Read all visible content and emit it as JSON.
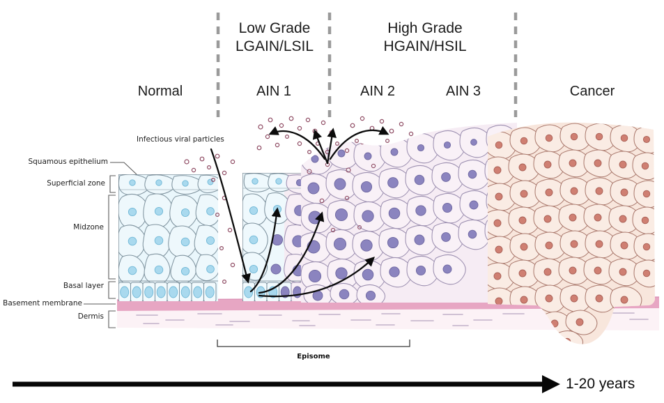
{
  "diagram": {
    "title_row": [
      {
        "id": "low-grade",
        "line1": "Low Grade",
        "line2": "LGAIN/LSIL"
      },
      {
        "id": "high-grade",
        "line1": "High Grade",
        "line2": "HGAIN/HSIL"
      }
    ],
    "stages": [
      {
        "id": "normal",
        "label": "Normal"
      },
      {
        "id": "ain-1",
        "label": "AIN 1"
      },
      {
        "id": "ain-2",
        "label": "AIN 2"
      },
      {
        "id": "ain-3",
        "label": "AIN 3"
      },
      {
        "id": "cancer",
        "label": "Cancer"
      }
    ],
    "tissue_labels": [
      {
        "id": "squamous-epithelium",
        "label": "Squamous epithelium"
      },
      {
        "id": "superficial-zone",
        "label": "Superficial zone"
      },
      {
        "id": "midzone",
        "label": "Midzone"
      },
      {
        "id": "basal-layer",
        "label": "Basal layer"
      },
      {
        "id": "basement-membrane",
        "label": "Basement membrane"
      },
      {
        "id": "dermis",
        "label": "Dermis"
      }
    ],
    "annotations": {
      "viral_particles": "Infectious viral particles",
      "episome": "Episome",
      "timeline": "1-20 years"
    },
    "colors": {
      "normal_cell_fill": "#eaf6fb",
      "normal_nucleus": "#a8d8ec",
      "dysplastic_cell_fill": "#f5ecf3",
      "dysplastic_nucleus": "#8b84bf",
      "cancer_cell_fill": "#f7e2d8",
      "cancer_nucleus": "#cf7f72",
      "basement_membrane": "#e2a2c0",
      "dermis": "#fbf0f5",
      "virion": "#8e4a62",
      "divider": "#8f8f8f",
      "outline": "#6f7a86",
      "arrow": "#0a0a0a"
    }
  }
}
